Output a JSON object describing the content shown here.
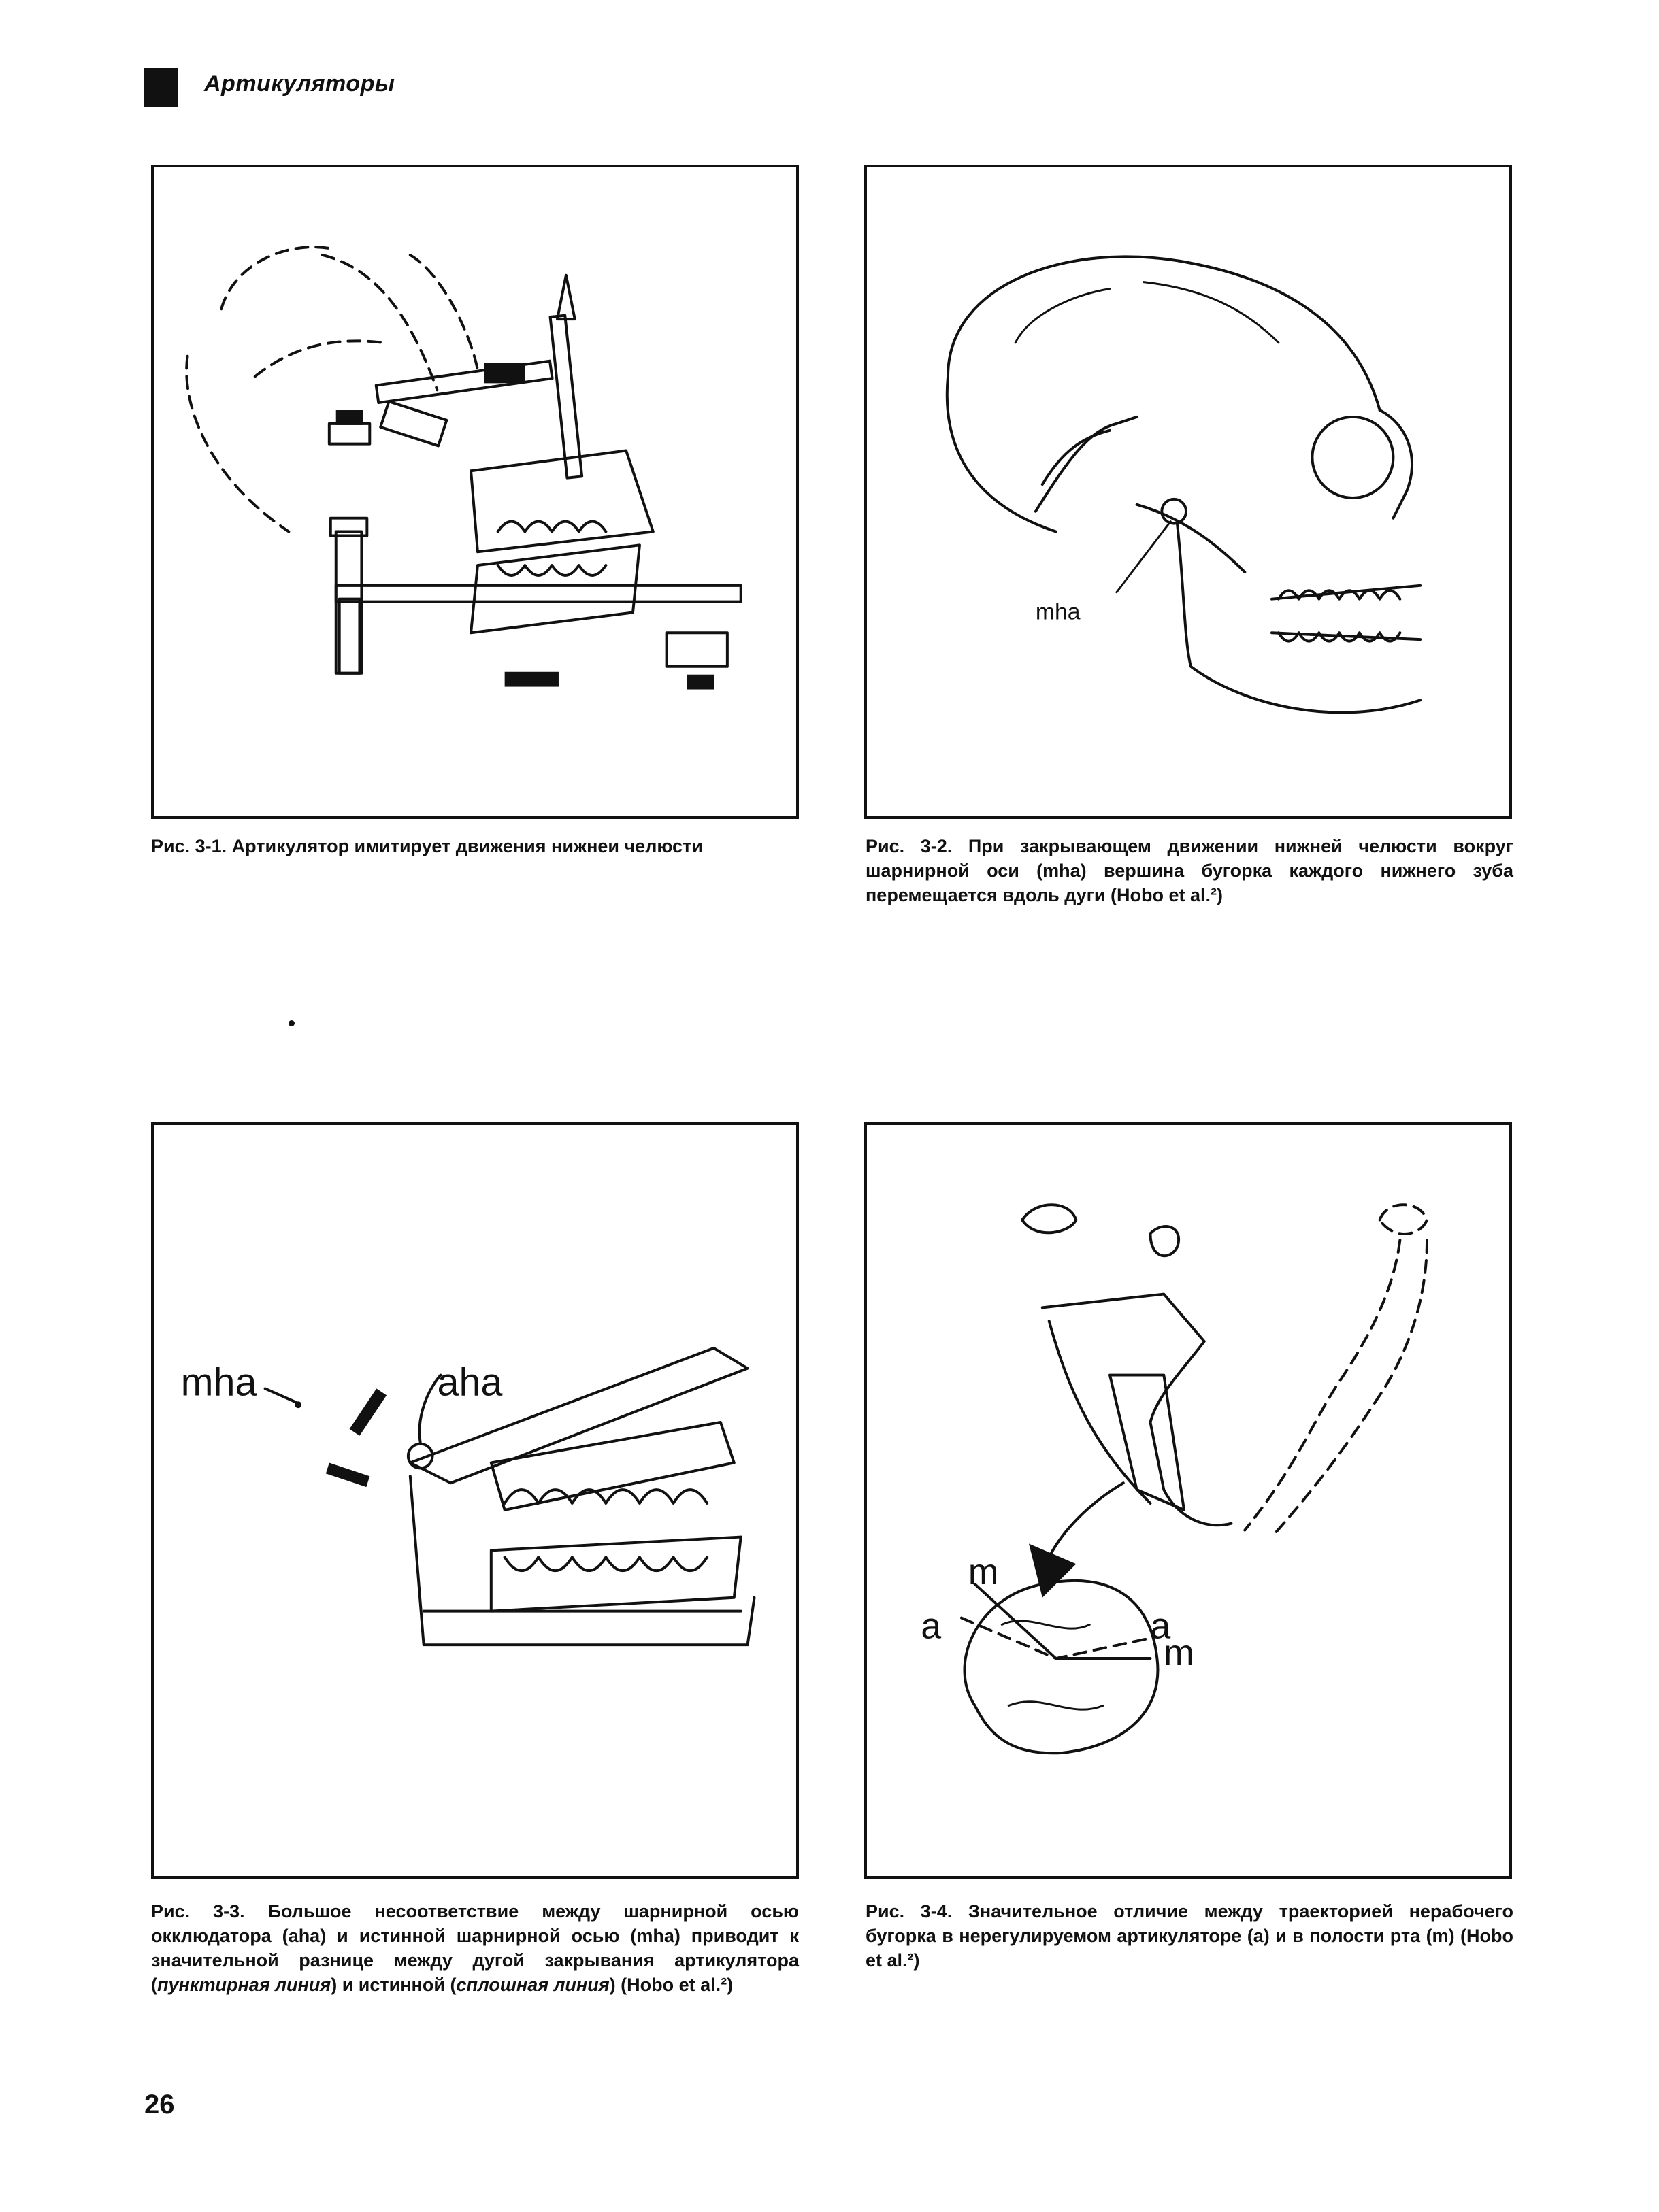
{
  "header": {
    "title": "Артикуляторы"
  },
  "figures": [
    {
      "id": "3-1",
      "labels": [],
      "caption": {
        "label": "Рис. 3-1.",
        "text": "Артикулятор имитирует движения нижнеи челюсти"
      }
    },
    {
      "id": "3-2",
      "labels": [
        "mha"
      ],
      "caption": {
        "label": "Рис. 3-2.",
        "text": "При закрывающем движении нижней челюсти вокруг шарнирной оси (mha) вершина бугорка каждого нижнего зуба перемещается вдоль дуги (Hobo et al.²)"
      }
    },
    {
      "id": "3-3",
      "labels": [
        "mha",
        "aha"
      ],
      "caption": {
        "label": "Рис. 3-3.",
        "text_1": "Большое несоответствие между шарнирной осью окклюдатора (aha) и истинной шарнирной осью (mha) приводит к значительной разнице между дугой закрывания артикулятора (",
        "italic_1": "пунктирная линия",
        "text_2": ") и истинной (",
        "italic_2": "сплошная линия",
        "text_3": ") (Hobo et al.²)"
      }
    },
    {
      "id": "3-4",
      "labels": [
        "m",
        "a",
        "a",
        "m"
      ],
      "caption": {
        "label": "Рис. 3-4.",
        "text": "Значительное отличие между траекторией нерабочего бугорка в нерегулируемом артикуляторе (a) и в полости рта (m) (Hobo et al.²)"
      }
    }
  ],
  "page_number": "26"
}
